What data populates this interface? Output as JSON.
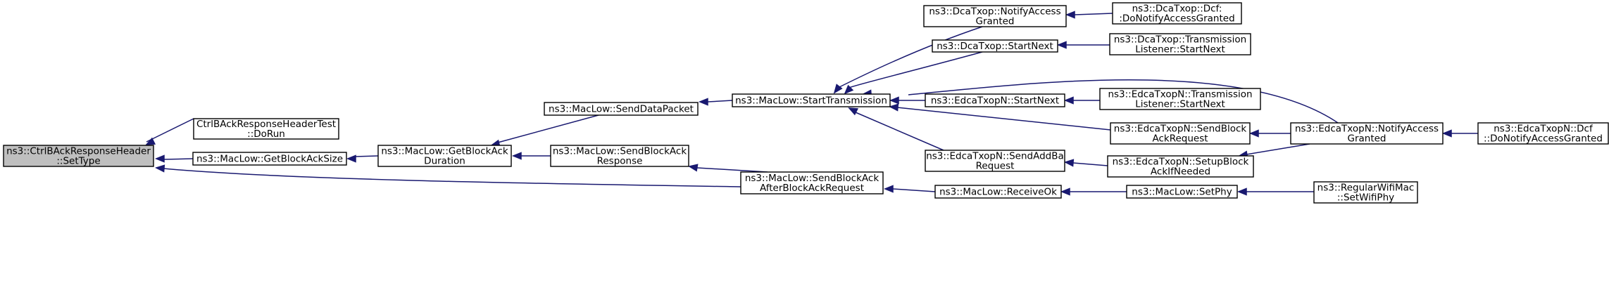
{
  "nodes": [
    {
      "id": "settype",
      "lines": [
        "ns3::CtrlBAckResponseHeader",
        "::SetType"
      ],
      "root": true
    },
    {
      "id": "dorun",
      "lines": [
        "CtrlBAckResponseHeaderTest",
        "::DoRun"
      ]
    },
    {
      "id": "getbasize",
      "lines": [
        "ns3::MacLow::GetBlockAckSize"
      ]
    },
    {
      "id": "getbaduration",
      "lines": [
        "ns3::MacLow::GetBlockAck",
        "Duration"
      ]
    },
    {
      "id": "senddata",
      "lines": [
        "ns3::MacLow::SendDataPacket"
      ]
    },
    {
      "id": "sendbaresp",
      "lines": [
        "ns3::MacLow::SendBlockAck",
        "Response"
      ]
    },
    {
      "id": "sendbaafter",
      "lines": [
        "ns3::MacLow::SendBlockAck",
        "AfterBlockAckRequest"
      ]
    },
    {
      "id": "starttx",
      "lines": [
        "ns3::MacLow::StartTransmission"
      ]
    },
    {
      "id": "receiveok",
      "lines": [
        "ns3::MacLow::ReceiveOk"
      ]
    },
    {
      "id": "dcanotify",
      "lines": [
        "ns3::DcaTxop::NotifyAccess",
        "Granted"
      ]
    },
    {
      "id": "dcastartnext",
      "lines": [
        "ns3::DcaTxop::StartNext"
      ]
    },
    {
      "id": "edcastartnext",
      "lines": [
        "ns3::EdcaTxopN::StartNext"
      ]
    },
    {
      "id": "edcasendaddba",
      "lines": [
        "ns3::EdcaTxopN::SendAddBa",
        "Request"
      ]
    },
    {
      "id": "setphy",
      "lines": [
        "ns3::MacLow::SetPhy"
      ]
    },
    {
      "id": "dcadcf",
      "lines": [
        "ns3::DcaTxop::Dcf:",
        ":DoNotifyAccessGranted"
      ]
    },
    {
      "id": "dcalistener",
      "lines": [
        "ns3::DcaTxop::Transmission",
        "Listener::StartNext"
      ]
    },
    {
      "id": "edcalistener",
      "lines": [
        "ns3::EdcaTxopN::Transmission",
        "Listener::StartNext"
      ]
    },
    {
      "id": "edcasendbar",
      "lines": [
        "ns3::EdcaTxopN::SendBlock",
        "AckRequest"
      ]
    },
    {
      "id": "edcasetupba",
      "lines": [
        "ns3::EdcaTxopN::SetupBlock",
        "AckIfNeeded"
      ]
    },
    {
      "id": "edcanotify",
      "lines": [
        "ns3::EdcaTxopN::NotifyAccess",
        "Granted"
      ]
    },
    {
      "id": "regwifisetphy",
      "lines": [
        "ns3::RegularWifiMac",
        "::SetWifiPhy"
      ]
    },
    {
      "id": "edcadcf",
      "lines": [
        "ns3::EdcaTxopN::Dcf",
        "::DoNotifyAccessGranted"
      ]
    }
  ],
  "edges": [
    {
      "from": "dorun",
      "to": "settype"
    },
    {
      "from": "getbasize",
      "to": "settype"
    },
    {
      "from": "sendbaafter",
      "to": "settype"
    },
    {
      "from": "getbaduration",
      "to": "getbasize"
    },
    {
      "from": "senddata",
      "to": "getbaduration"
    },
    {
      "from": "sendbaresp",
      "to": "getbaduration"
    },
    {
      "from": "starttx",
      "to": "senddata"
    },
    {
      "from": "sendbaafter",
      "to": "sendbaresp"
    },
    {
      "from": "receiveok",
      "to": "sendbaafter"
    },
    {
      "from": "dcanotify",
      "to": "starttx"
    },
    {
      "from": "dcastartnext",
      "to": "starttx"
    },
    {
      "from": "edcanotify",
      "to": "starttx"
    },
    {
      "from": "edcastartnext",
      "to": "starttx"
    },
    {
      "from": "edcasendbar",
      "to": "starttx"
    },
    {
      "from": "edcasendaddba",
      "to": "starttx"
    },
    {
      "from": "setphy",
      "to": "receiveok"
    },
    {
      "from": "dcadcf",
      "to": "dcanotify"
    },
    {
      "from": "dcalistener",
      "to": "dcastartnext"
    },
    {
      "from": "edcalistener",
      "to": "edcastartnext"
    },
    {
      "from": "edcanotify",
      "to": "edcasendbar"
    },
    {
      "from": "edcasetupba",
      "to": "edcasendaddba"
    },
    {
      "from": "edcanotify",
      "to": "edcasetupba"
    },
    {
      "from": "regwifisetphy",
      "to": "setphy"
    },
    {
      "from": "edcadcf",
      "to": "edcanotify"
    }
  ],
  "colors": {
    "edge": "#191970",
    "root_fill": "#bfbfbf",
    "node_fill": "#ffffff",
    "border": "#000000"
  }
}
